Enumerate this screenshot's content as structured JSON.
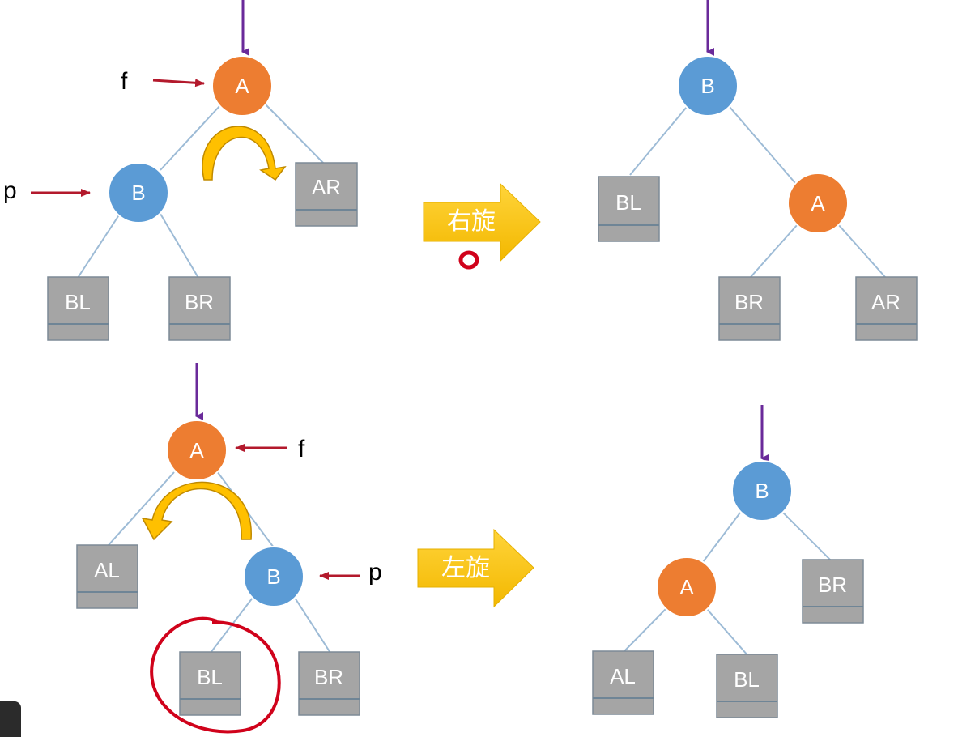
{
  "colors": {
    "node_blue": "#5b9bd5",
    "node_orange": "#ed7d31",
    "box_gray": "#a5a5a5",
    "edge": "#9dbbd6",
    "entry_arrow": "#6a2a9a",
    "pointer_arrow": "#b3192c",
    "operation_arrow": "#ffc000",
    "rotate_hint": "#d6a000",
    "annotation": "#d0021b"
  },
  "top": {
    "before": {
      "node_a": "A",
      "node_b": "B",
      "box_ar": "AR",
      "box_bl": "BL",
      "box_br": "BR",
      "pointer_f": "f",
      "pointer_p": "p"
    },
    "operation": "右旋",
    "after": {
      "node_b": "B",
      "node_a": "A",
      "box_bl": "BL",
      "box_br": "BR",
      "box_ar": "AR"
    }
  },
  "bottom": {
    "before": {
      "node_a": "A",
      "node_b": "B",
      "box_al": "AL",
      "box_bl": "BL",
      "box_br": "BR",
      "pointer_f": "f",
      "pointer_p": "p"
    },
    "operation": "左旋",
    "after": {
      "node_b": "B",
      "node_a": "A",
      "box_al": "AL",
      "box_bl": "BL",
      "box_br": "BR"
    }
  }
}
